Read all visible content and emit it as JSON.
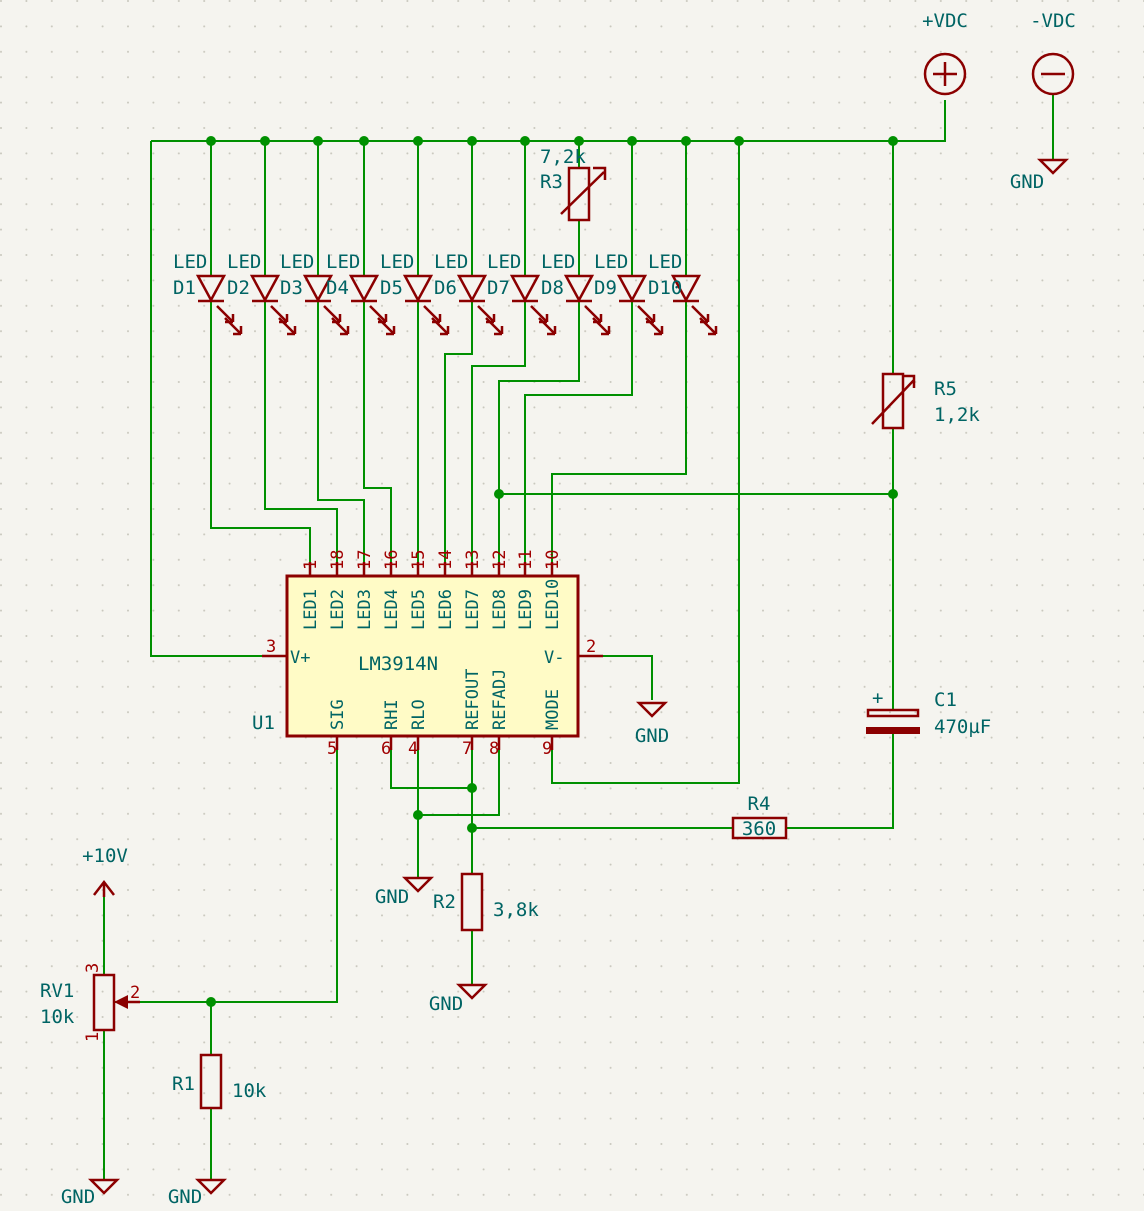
{
  "power": {
    "pos_label": "+VDC",
    "neg_label": "-VDC",
    "plus10_label": "+10V",
    "gnd_label": "GND"
  },
  "leds": [
    {
      "type": "LED",
      "ref": "D1"
    },
    {
      "type": "LED",
      "ref": "D2"
    },
    {
      "type": "LED",
      "ref": "D3"
    },
    {
      "type": "LED",
      "ref": "D4"
    },
    {
      "type": "LED",
      "ref": "D5"
    },
    {
      "type": "LED",
      "ref": "D6"
    },
    {
      "type": "LED",
      "ref": "D7"
    },
    {
      "type": "LED",
      "ref": "D8"
    },
    {
      "type": "LED",
      "ref": "D9"
    },
    {
      "type": "LED",
      "ref": "D10"
    }
  ],
  "ic": {
    "ref": "U1",
    "value": "LM3914N",
    "top_pins": [
      {
        "num": "1",
        "name": "LED1"
      },
      {
        "num": "18",
        "name": "LED2"
      },
      {
        "num": "17",
        "name": "LED3"
      },
      {
        "num": "16",
        "name": "LED4"
      },
      {
        "num": "15",
        "name": "LED5"
      },
      {
        "num": "14",
        "name": "LED6"
      },
      {
        "num": "13",
        "name": "LED7"
      },
      {
        "num": "12",
        "name": "LED8"
      },
      {
        "num": "11",
        "name": "LED9"
      },
      {
        "num": "10",
        "name": "LED10"
      }
    ],
    "bottom_pins": [
      {
        "num": "5",
        "name": "SIG"
      },
      {
        "num": "6",
        "name": "RHI"
      },
      {
        "num": "4",
        "name": "RLO"
      },
      {
        "num": "7",
        "name": "REFOUT"
      },
      {
        "num": "8",
        "name": "REFADJ"
      },
      {
        "num": "9",
        "name": "MODE"
      }
    ],
    "left_pin": {
      "num": "3",
      "name": "V+"
    },
    "right_pin": {
      "num": "2",
      "name": "V-"
    }
  },
  "components": {
    "r3": {
      "ref": "R3",
      "value": "7,2k"
    },
    "r5": {
      "ref": "R5",
      "value": "1,2k"
    },
    "c1": {
      "ref": "C1",
      "value": "470µF",
      "plus": "+"
    },
    "r4": {
      "ref": "R4",
      "value": "360"
    },
    "r2": {
      "ref": "R2",
      "value": "3,8k"
    },
    "rv1": {
      "ref": "RV1",
      "value": "10k",
      "pin1": "1",
      "pin2": "2",
      "pin3": "3"
    },
    "r1": {
      "ref": "R1",
      "value": "10k"
    }
  },
  "colors": {
    "wire": "#009000",
    "component": "#8b0000",
    "label": "#006464",
    "ic_fill": "#fffbc6",
    "background": "#f5f4ef"
  }
}
